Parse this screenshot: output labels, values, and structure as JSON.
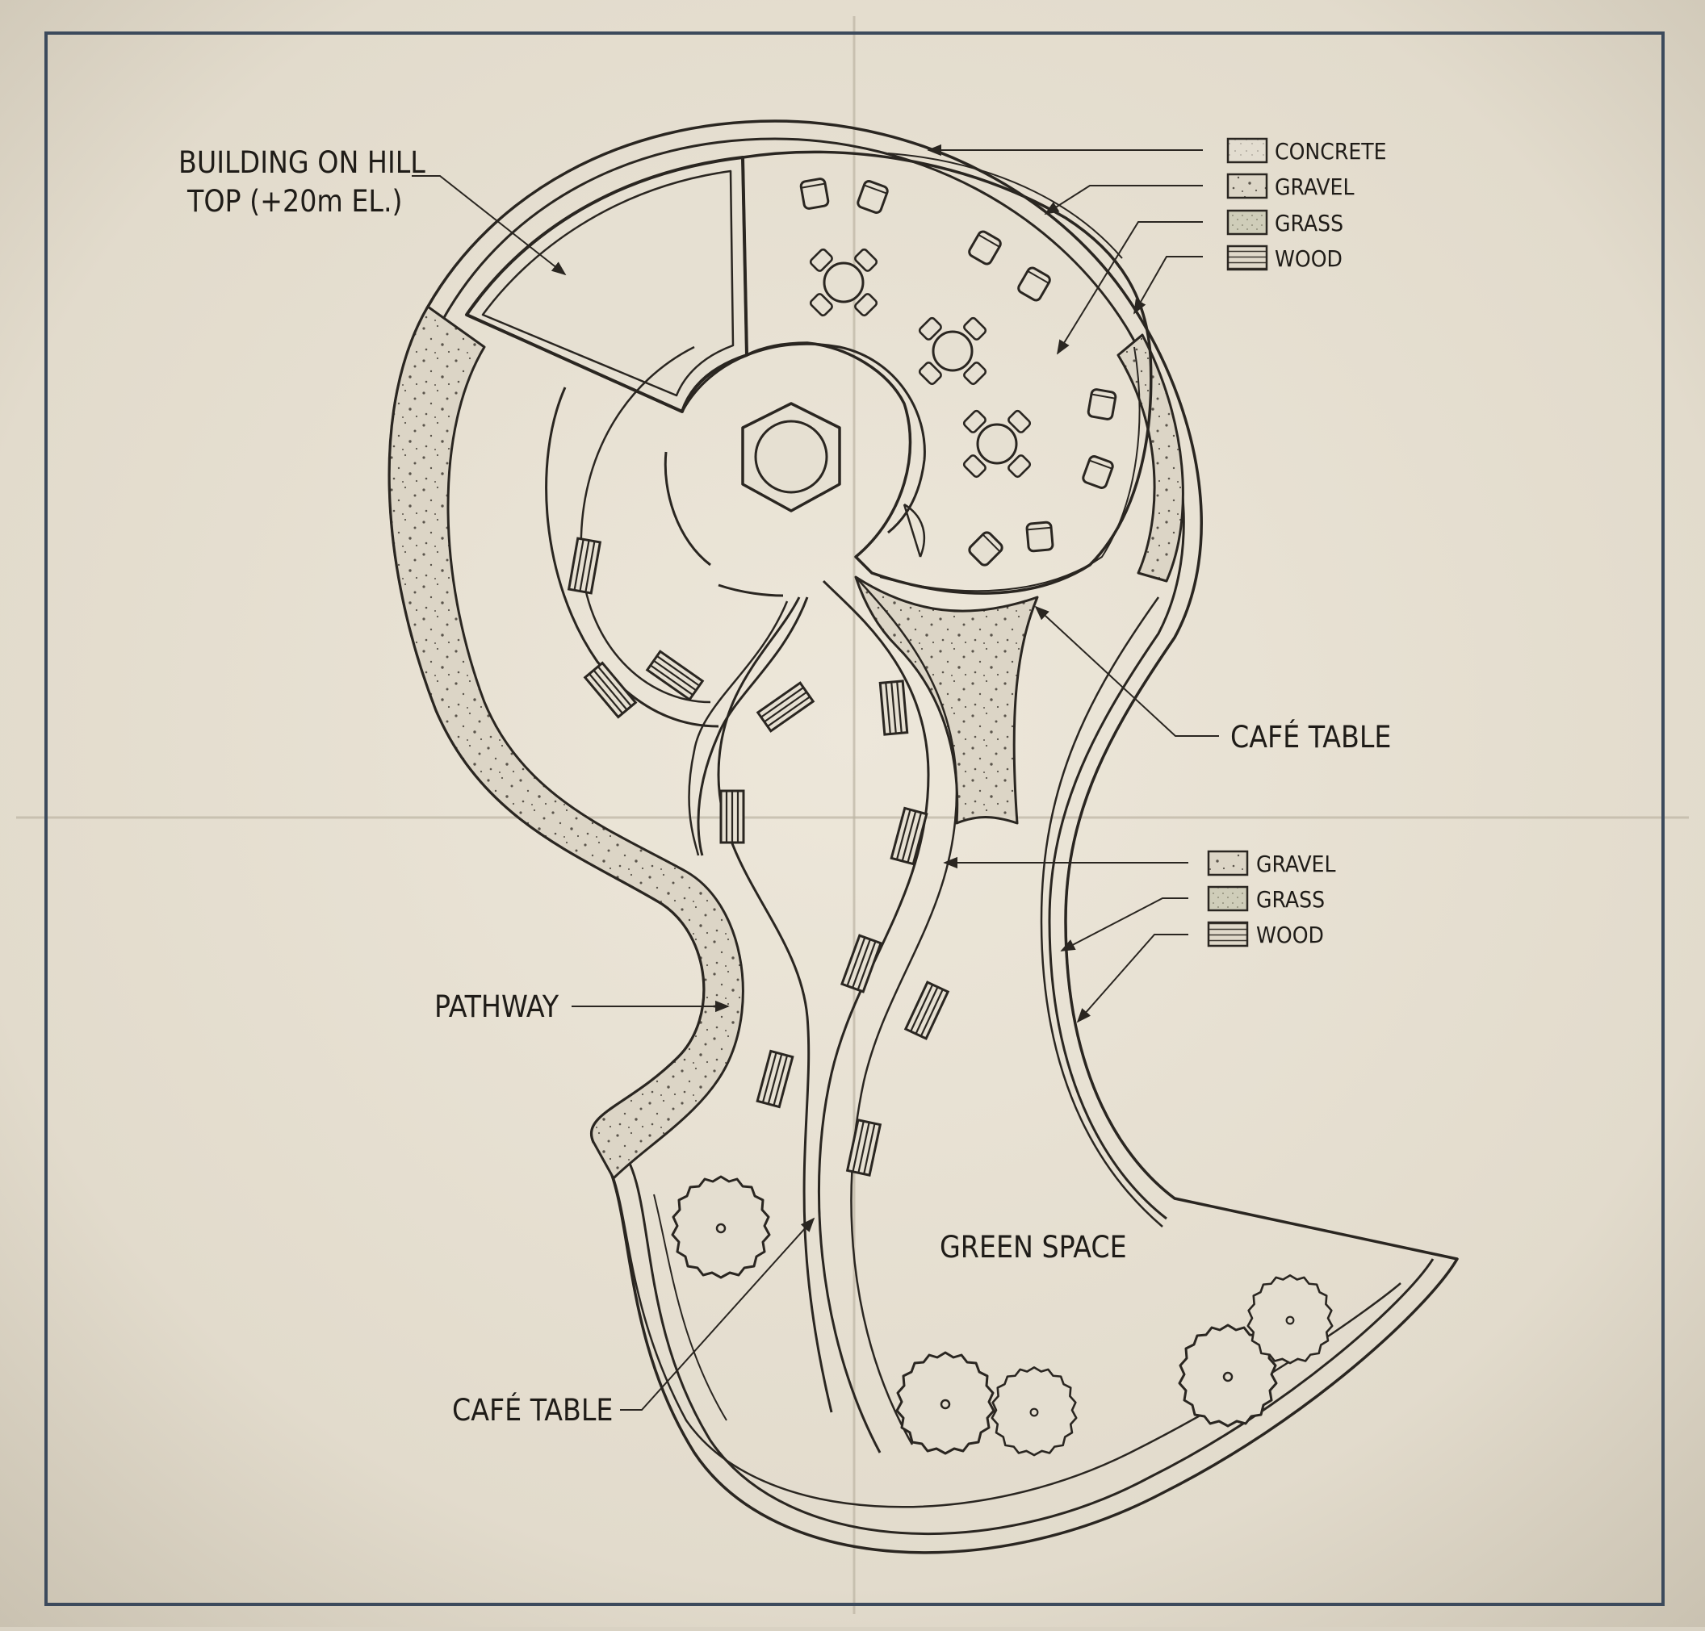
{
  "labels": {
    "building": [
      "BUILDING ON HILL",
      "TOP (+20m EL.)"
    ],
    "cafe_table_upper": "CAFÉ TABLE",
    "pathway": "PATHWAY",
    "cafe_table_lower": "CAFÉ TABLE",
    "green_space": "GREEN SPACE"
  },
  "legend_top": [
    {
      "key": "concrete",
      "label": "CONCRETE"
    },
    {
      "key": "gravel",
      "label": "GRAVEL"
    },
    {
      "key": "grass",
      "label": "GRASS"
    },
    {
      "key": "wood",
      "label": "WOOD"
    }
  ],
  "legend_bottom": [
    {
      "key": "gravel",
      "label": "GRAVEL"
    },
    {
      "key": "grass",
      "label": "GRASS"
    },
    {
      "key": "wood",
      "label": "WOOD"
    }
  ],
  "colors": {
    "paper": "#e8e2d4",
    "ink": "#2a2621",
    "frame": "#3c4a5c",
    "gravel_fill": "#d8d1c2",
    "grass_fill": "#c9c8b4"
  }
}
